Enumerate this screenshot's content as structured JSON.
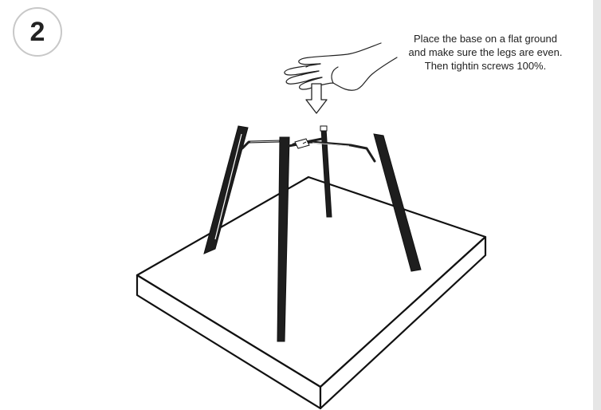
{
  "step": {
    "number": "2"
  },
  "instruction": {
    "lines": [
      "Place the base on a flat ground",
      "and make sure the legs are even.",
      "Then tightin screws 100%."
    ]
  },
  "colors": {
    "badge_border": "#c8c8c8",
    "ink": "#222222",
    "leg": "#1e1e1e"
  }
}
